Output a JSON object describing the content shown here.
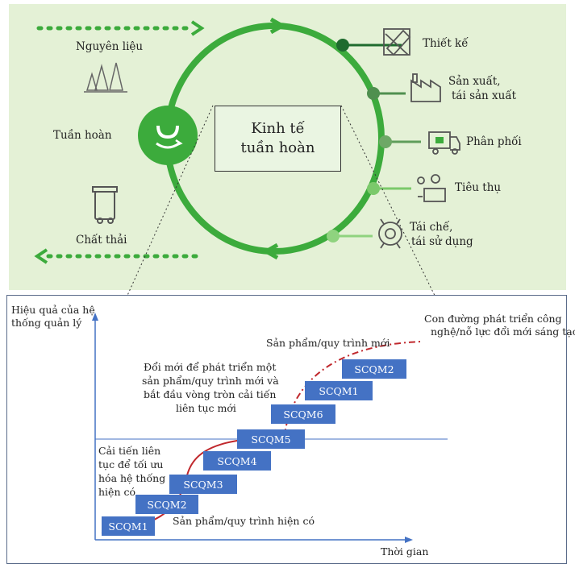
{
  "top": {
    "center_title_1": "Kinh tế",
    "center_title_2": "tuần hoàn",
    "raw_material": "Nguyên liệu",
    "circular": "Tuần hoàn",
    "waste": "Chất thải",
    "stages": [
      "Thiết kế",
      "Sản xuất,",
      "tái sản xuất",
      "Phân phối",
      "Tiêu thụ",
      "Tái chế,",
      "tái sử dụng"
    ],
    "colors": {
      "ring": "#3cab3c",
      "background": "#e4f1d6",
      "dot_dark": "#1e6b2e",
      "dot_mid": "#4f8f4f",
      "dot_light": "#7bc96b"
    }
  },
  "bottom": {
    "y_label_1": "Hiệu quả của hệ",
    "y_label_2": "thống quản lý",
    "x_label": "Thời gian",
    "path_label_1": "Con đường phát triển công",
    "path_label_2": "nghệ/nỗ lực đổi mới sáng tạo",
    "new_product": "Sản phẩm/quy trình mới",
    "existing_product": "Sản phẩm/quy trình hiện có",
    "innovate_1": "Đổi mới để phát triển một",
    "innovate_2": "sản phẩm/quy trình mới và",
    "innovate_3": "bắt đầu vòng tròn cải tiến",
    "innovate_4": "liên tục mới",
    "improve_1": "Cải tiến liên",
    "improve_2": "tục để tối ưu",
    "improve_3": "hóa hệ thống",
    "improve_4": "hiện có",
    "steps": [
      "SCQM1",
      "SCQM2",
      "SCQM3",
      "SCQM4",
      "SCQM5",
      "SCQM6",
      "SCQM1",
      "SCQM2"
    ],
    "colors": {
      "step": "#4472c4",
      "curve": "#c0282d",
      "axis": "#4472c4"
    }
  }
}
